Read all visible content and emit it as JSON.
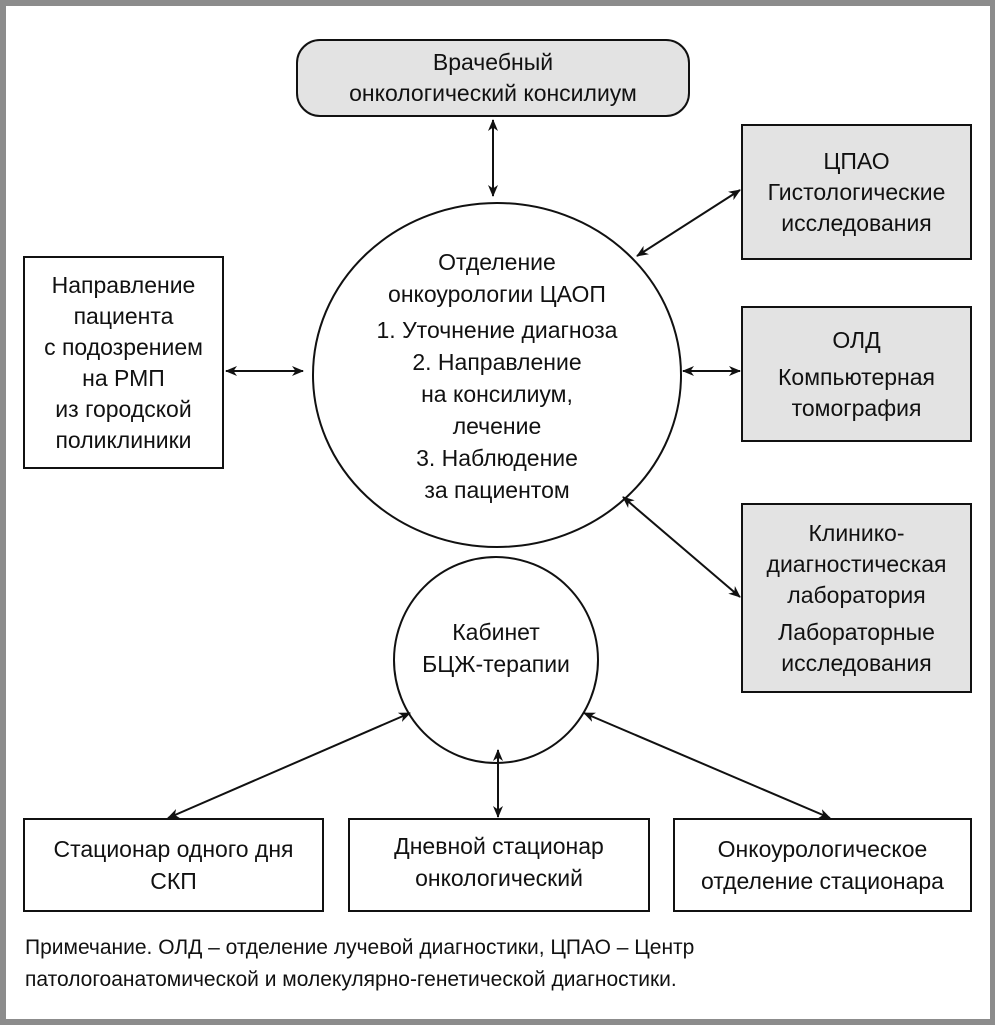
{
  "diagram": {
    "top_box": {
      "lines": [
        "Врачебный",
        "онкологический консилиум"
      ]
    },
    "center_circle": {
      "title_lines": [
        "Отделение",
        "онкоурологии ЦАОП"
      ],
      "item_lines": [
        "1. Уточнение диагноза",
        "2. Направление",
        "на консилиум,",
        "лечение",
        "3. Наблюдение",
        "за пациентом"
      ]
    },
    "left_box": {
      "lines": [
        "Направление",
        "пациента",
        "с подозрением",
        "на РМП",
        "из городской",
        "поликлиники"
      ]
    },
    "right_boxes": [
      {
        "title": "ЦПАО",
        "lines": [
          "Гистологические",
          "исследования"
        ]
      },
      {
        "title": "ОЛД",
        "lines": [
          "Компьютерная",
          "томография"
        ]
      },
      {
        "title_lines": [
          "Клинико-",
          "диагностическая",
          "лаборатория"
        ],
        "lines": [
          "Лабораторные",
          "исследования"
        ]
      }
    ],
    "bcg_circle": {
      "lines": [
        "Кабинет",
        "БЦЖ-терапии"
      ]
    },
    "bottom_boxes": [
      {
        "lines": [
          "Стационар одного дня",
          "СКП"
        ]
      },
      {
        "lines": [
          "Дневной стационар",
          "онкологический"
        ]
      },
      {
        "lines": [
          "Онкоурологическое",
          "отделение стационара"
        ]
      }
    ],
    "note_lines": [
      "Примечание. ОЛД – отделение лучевой диагностики, ЦПАО – Центр",
      "патологоанатомической и молекулярно-генетической диагностики."
    ],
    "colors": {
      "gray_box_fill": "#e3e3e3",
      "stroke": "#111111",
      "frame": "#8c8c8c"
    }
  }
}
